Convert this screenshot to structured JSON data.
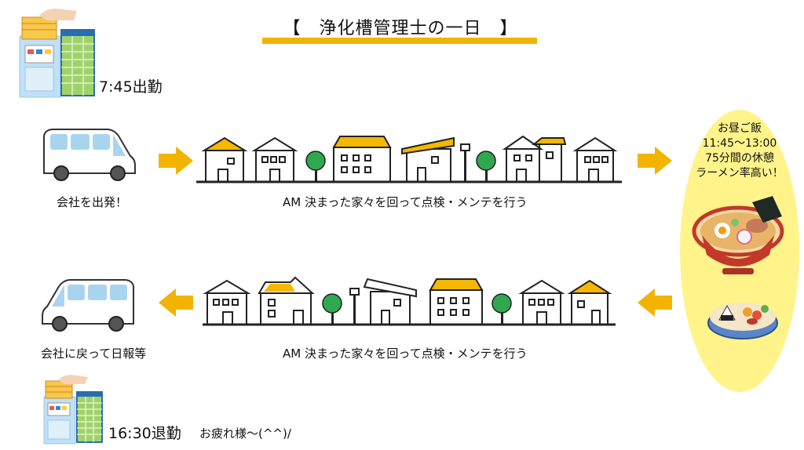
{
  "title": "【　浄化槽管理士の一日　】",
  "start": {
    "time": "7:45出勤"
  },
  "depart": {
    "label": "会社を出発！"
  },
  "am_top": {
    "label": "AM 決まった家々を回って点検・メンテを行う"
  },
  "lunch": {
    "line1": "お昼ご飯",
    "line2": "11:45〜13:00",
    "line3": "75分間の休憩",
    "line4": "ラーメン率高い！"
  },
  "am_bottom": {
    "label": "AM 決まった家々を回って点検・メンテを行う"
  },
  "return": {
    "label": "会社に戻って日報等"
  },
  "end": {
    "time": "16:30退勤",
    "note": "お疲れ様〜(^^)/"
  },
  "colors": {
    "accent": "#f2b400",
    "roof": "#f5b700",
    "van": "#a9d4f0",
    "tree": "#2fa84f",
    "lunch_bg": "#fff38a"
  }
}
